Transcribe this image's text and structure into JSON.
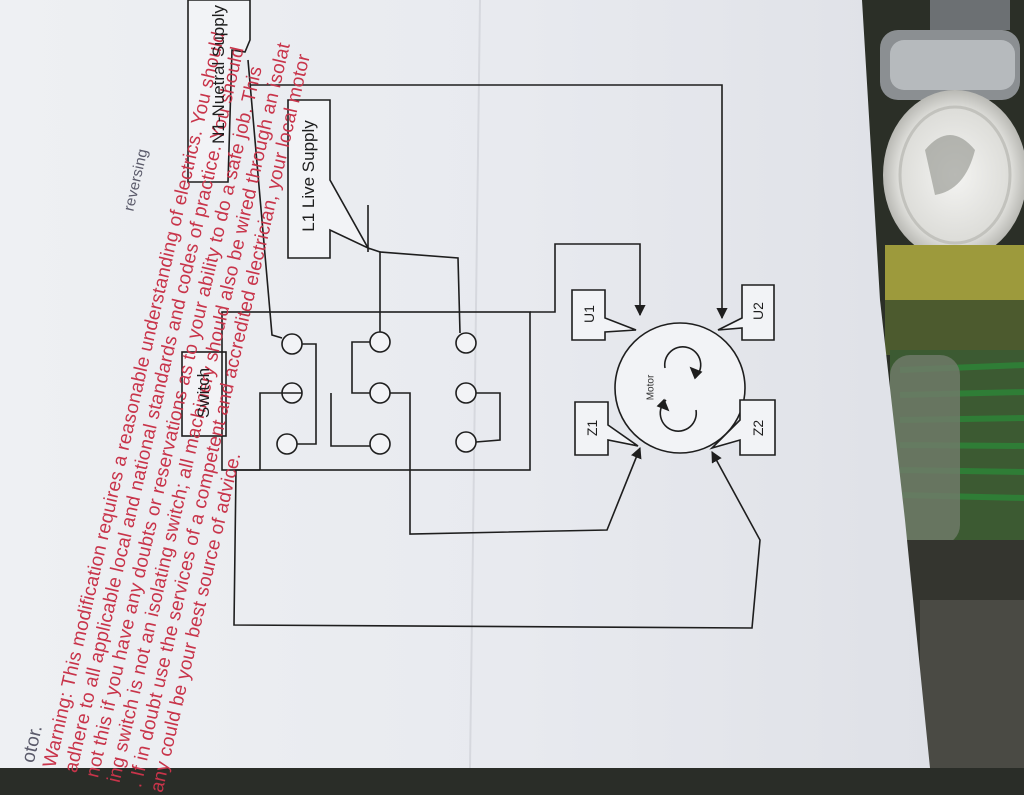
{
  "warning": {
    "heading_fragment": "otor.",
    "fragment_top": "reversing",
    "lines": [
      "Warning: This modification requires a reasonable understanding of electrics. You should",
      "adhere to all applicable local and national standards and codes of practice. You should",
      "not this if you have any doubts or reservations as to your ability to do a safe job. This",
      "ing switch is not an isolating switch; all machinery should also be wired through an isolat",
      ". If in doubt use the services of a competent and accredited electrician, your local motor",
      "any could be your best source of advice."
    ]
  },
  "diagram": {
    "labels": {
      "switch": "Switch",
      "live": "L1 Live Supply",
      "neutral": "N1-Nuetral Supply",
      "u1": "U1",
      "u2": "U2",
      "z1": "Z1",
      "z2": "Z2",
      "motor": "Motor"
    }
  },
  "colors": {
    "paper": "#eceef2",
    "ink": "#1e1e1e",
    "warning_text": "#c8344a",
    "background": "#2a2d28"
  }
}
